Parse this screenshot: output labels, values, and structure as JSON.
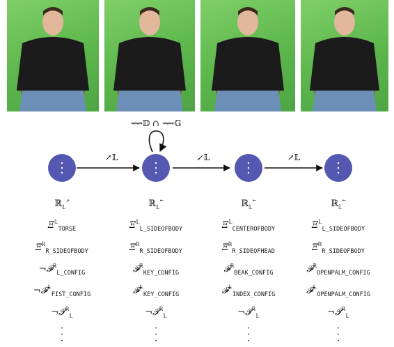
{
  "loop_label": "⟿𝔻 ∩ ⟿𝔾",
  "edge_labels": [
    "↗𝕃",
    "↙𝕃",
    "↗𝕃"
  ],
  "node_color": "#5558b0",
  "photo_count": 4,
  "columns": [
    {
      "header": {
        "base": "ℝ",
        "sub": "𝕃",
        "sup": "↗"
      },
      "rows": [
        {
          "prefix": "",
          "base": "Ξ",
          "sup": "𝕃",
          "sub": "TORSE"
        },
        {
          "prefix": "",
          "base": "Ξ",
          "sup": "ℝ",
          "sub": "R_SIDEOFBODY"
        },
        {
          "prefix": "¬",
          "base": "𝓕",
          "sup": "ℝ",
          "sub": "L_CONFIG"
        },
        {
          "prefix": "¬",
          "base": "𝓕",
          "sup": "𝕃",
          "sub": "FIST_CONFIG"
        },
        {
          "prefix": "¬",
          "base": "𝓣",
          "sup": "ℝ",
          "sub": "𝕃"
        }
      ]
    },
    {
      "header": {
        "base": "ℝ",
        "sub": "𝕃",
        "sup": "←"
      },
      "rows": [
        {
          "prefix": "",
          "base": "Ξ",
          "sup": "𝕃",
          "sub": "L_SIDEOFBODY"
        },
        {
          "prefix": "",
          "base": "Ξ",
          "sup": "ℝ",
          "sub": "R_SIDEOFBODY"
        },
        {
          "prefix": "",
          "base": "𝓕",
          "sup": "ℝ",
          "sub": "KEY_CONFIG"
        },
        {
          "prefix": "",
          "base": "𝓕",
          "sup": "𝕃",
          "sub": "KEY_CONFIG"
        },
        {
          "prefix": "¬",
          "base": "𝓣",
          "sup": "ℝ",
          "sub": "𝕃"
        }
      ]
    },
    {
      "header": {
        "base": "ℝ",
        "sub": "𝕃",
        "sup": "←"
      },
      "rows": [
        {
          "prefix": "",
          "base": "Ξ",
          "sup": "𝕃",
          "sub": "CENTEROFBODY"
        },
        {
          "prefix": "",
          "base": "Ξ",
          "sup": "ℝ",
          "sub": "R_SIDEOFHEAD"
        },
        {
          "prefix": "",
          "base": "𝓕",
          "sup": "ℝ",
          "sub": "BEAK_CONFIG"
        },
        {
          "prefix": "",
          "base": "𝓕",
          "sup": "𝕃",
          "sub": "INDEX_CONFIG"
        },
        {
          "prefix": "¬",
          "base": "𝓣",
          "sup": "ℝ",
          "sub": "𝕃"
        }
      ]
    },
    {
      "header": {
        "base": "ℝ",
        "sub": "𝕃",
        "sup": "←"
      },
      "rows": [
        {
          "prefix": "",
          "base": "Ξ",
          "sup": "𝕃",
          "sub": "L_SIDEOFBODY"
        },
        {
          "prefix": "",
          "base": "Ξ",
          "sup": "ℝ",
          "sub": "R_SIDEOFBODY"
        },
        {
          "prefix": "",
          "base": "𝓕",
          "sup": "ℝ",
          "sub": "OPENPALM_CONFIG"
        },
        {
          "prefix": "",
          "base": "𝓕",
          "sup": "𝕃",
          "sub": "OPENPALM_CONFIG"
        },
        {
          "prefix": "¬",
          "base": "𝓣",
          "sup": "ℝ",
          "sub": "𝕃"
        }
      ]
    }
  ]
}
